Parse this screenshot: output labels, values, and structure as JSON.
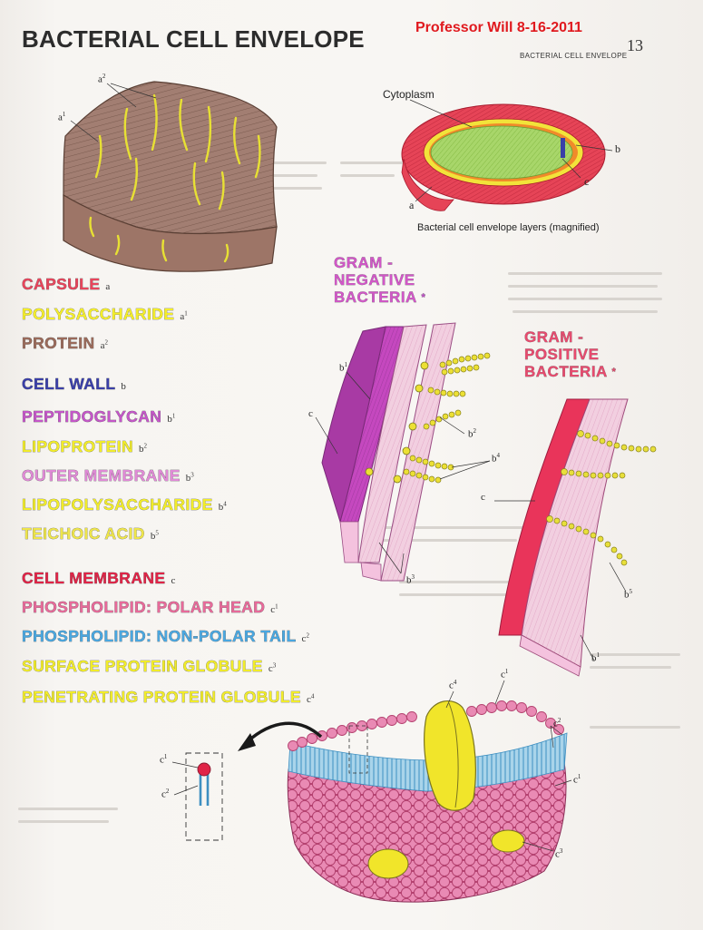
{
  "header": {
    "title": "BACTERIAL CELL ENVELOPE",
    "stamp": "Professor Will 8-16-2011",
    "page_number": "13",
    "running_head": "BACTERIAL CELL ENVELOPE"
  },
  "legend": [
    {
      "key": "capsule",
      "text": "CAPSULE",
      "letter": "a",
      "sup": "",
      "color": "#e8455c"
    },
    {
      "key": "polysaccharide",
      "text": "POLYSACCHARIDE",
      "letter": "a",
      "sup": "1",
      "color": "#f4ee2a"
    },
    {
      "key": "protein",
      "text": "PROTEIN",
      "letter": "a",
      "sup": "2",
      "color": "#9a6a5a"
    },
    {
      "key": "cell_wall",
      "text": "CELL WALL",
      "letter": "b",
      "sup": "",
      "color": "#3a3fa8"
    },
    {
      "key": "peptidoglycan",
      "text": "PEPTIDOGLYCAN",
      "letter": "b",
      "sup": "1",
      "color": "#c456c8"
    },
    {
      "key": "lipoprotein",
      "text": "LIPOPROTEIN",
      "letter": "b",
      "sup": "2",
      "color": "#f1ec2a"
    },
    {
      "key": "outer_membrane",
      "text": "OUTER MEMBRANE",
      "letter": "b",
      "sup": "3",
      "color": "#e08ad6"
    },
    {
      "key": "lipopolysaccharide",
      "text": "LIPOPOLYSACCHARIDE",
      "letter": "b",
      "sup": "4",
      "color": "#f1ec2a"
    },
    {
      "key": "teichoic_acid",
      "text": "TEICHOIC ACID",
      "letter": "b",
      "sup": "5",
      "color": "#eee54a"
    },
    {
      "key": "cell_membrane",
      "text": "CELL MEMBRANE",
      "letter": "c",
      "sup": "",
      "color": "#e02447"
    },
    {
      "key": "polar_head",
      "text": "PHOSPHOLIPID: POLAR HEAD",
      "letter": "c",
      "sup": "1",
      "color": "#e86a9a"
    },
    {
      "key": "nonpolar_tail",
      "text": "PHOSPHOLIPID: NON-POLAR TAIL",
      "letter": "c",
      "sup": "2",
      "color": "#4aa7e0"
    },
    {
      "key": "surface_protein",
      "text": "SURFACE PROTEIN GLOBULE",
      "letter": "c",
      "sup": "3",
      "color": "#f1ec2a"
    },
    {
      "key": "penetrating_protein",
      "text": "PENETRATING PROTEIN GLOBULE",
      "letter": "c",
      "sup": "4",
      "color": "#f1ec2a"
    }
  ],
  "cell_figure": {
    "cytoplasm_label": "Cytoplasm",
    "caption": "Bacterial cell envelope layers (magnified)",
    "label_a": "a",
    "label_b": "b",
    "label_c": "c"
  },
  "capsule_figure": {
    "label_a1": "a",
    "label_a1_sup": "1",
    "label_a2": "a",
    "label_a2_sup": "2"
  },
  "gram_negative": {
    "line1": "GRAM -",
    "line2": "NEGATIVE",
    "line3": "BACTERIA",
    "marker": "*",
    "color": "#c24fc9",
    "labels": {
      "b1": "b",
      "b1_sup": "1",
      "c": "c",
      "b2": "b",
      "b2_sup": "2",
      "b4": "b",
      "b4_sup": "4",
      "b3": "b",
      "b3_sup": "3"
    }
  },
  "gram_positive": {
    "line1": "GRAM -",
    "line2": "POSITIVE",
    "line3": "BACTERIA",
    "marker": "*",
    "color": "#e0456a",
    "labels": {
      "c": "c",
      "b5": "b",
      "b5_sup": "5",
      "b1": "b",
      "b1_sup": "1"
    }
  },
  "membrane_figure": {
    "c4": "c",
    "c4_sup": "4",
    "c1": "c",
    "c1_sup": "1",
    "c2": "c",
    "c2_sup": "2",
    "c1b": "c",
    "c1b_sup": "1",
    "c3": "c",
    "c3_sup": "3"
  },
  "inset": {
    "c1": "c",
    "c1_sup": "1",
    "c2": "c",
    "c2_sup": "2"
  }
}
